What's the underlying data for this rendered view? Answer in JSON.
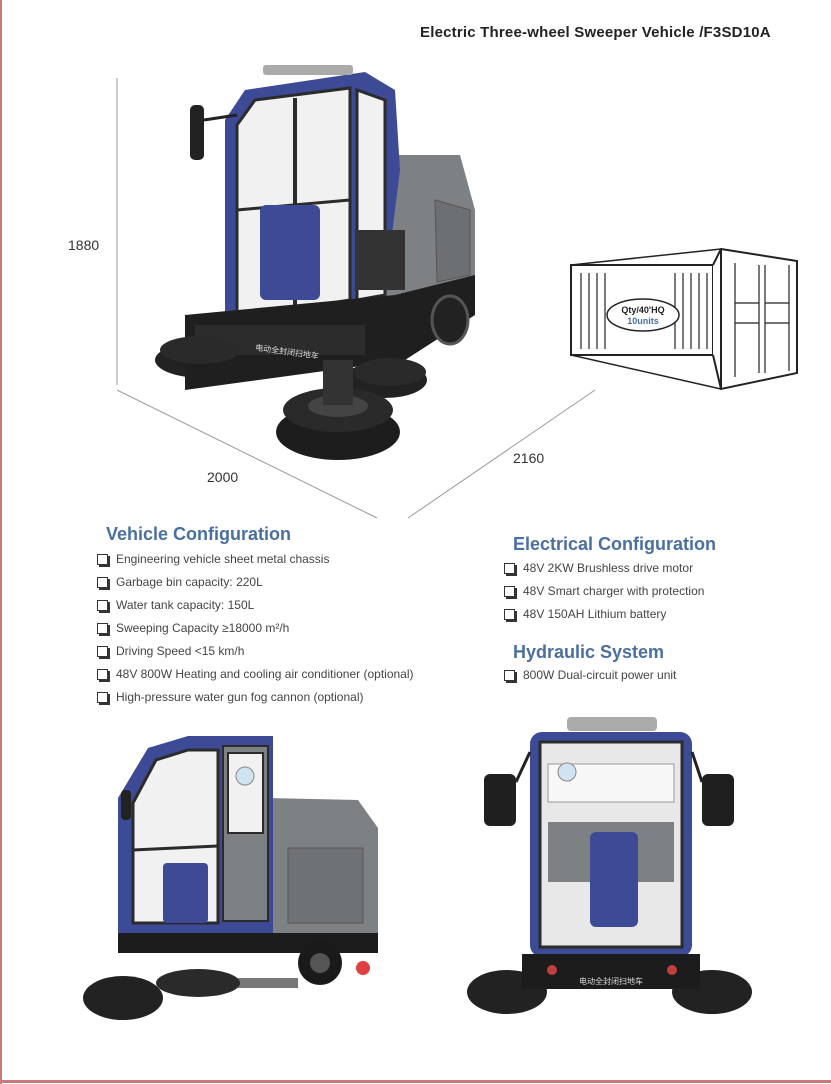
{
  "title": "Electric Three-wheel Sweeper Vehicle /F3SD10A",
  "dimensions": {
    "height": "1880",
    "length": "2000",
    "width": "2160"
  },
  "container": {
    "qty_label": "Qty/40'HQ",
    "units_label": "10units"
  },
  "vehicle_config": {
    "heading": "Vehicle Configuration",
    "items": [
      "Engineering vehicle sheet metal chassis",
      "Garbage bin capacity: 220L",
      "Water tank capacity: 150L",
      "Sweeping Capacity ≥18000 m²/h",
      "Driving Speed <15 km/h",
      "48V 800W Heating and cooling air conditioner (optional)",
      "High-pressure water gun fog cannon (optional)"
    ]
  },
  "electrical_config": {
    "heading": "Electrical Configuration",
    "items": [
      "48V 2KW Brushless drive motor",
      "48V Smart charger with protection",
      "48V 150AH Lithium battery"
    ]
  },
  "hydraulic_system": {
    "heading": "Hydraulic System",
    "items": [
      "800W Dual-circuit power unit"
    ]
  },
  "vehicle_body_text": "电动全封闭扫地车",
  "colors": {
    "heading": "#4a6fa0",
    "cab": "#3d4a96",
    "body": "#7e8184"
  }
}
